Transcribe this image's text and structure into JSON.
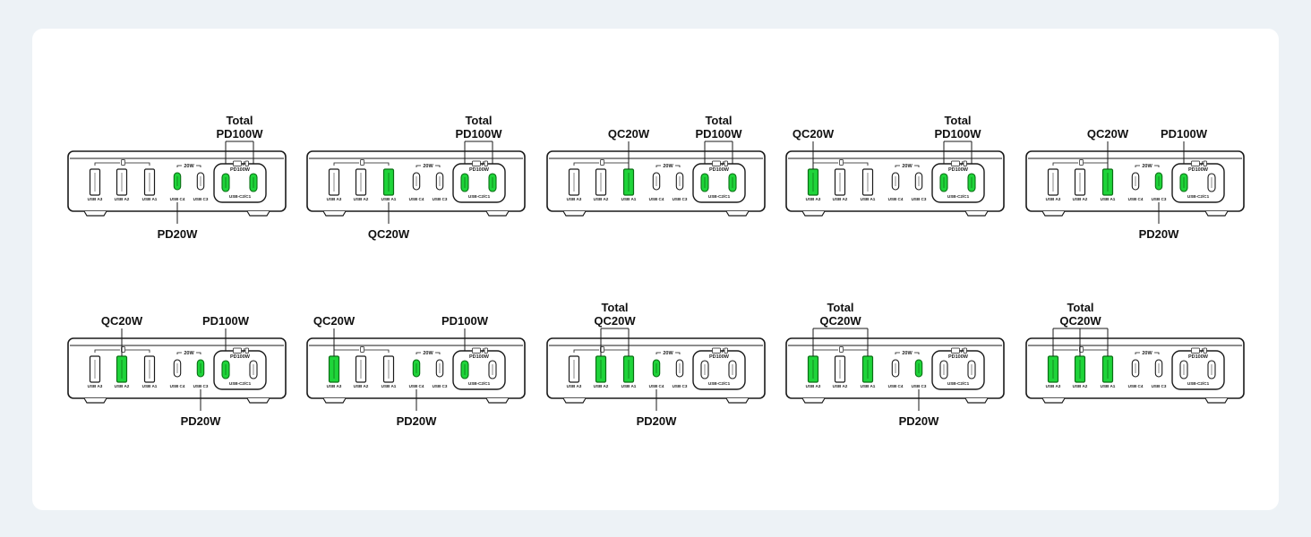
{
  "colors": {
    "active": "#1fd43a",
    "active_stroke": "#0a6e14",
    "outline": "#1a1a1a",
    "background": "#edf2f6",
    "panel": "#ffffff"
  },
  "icons": {
    "dual_device": "laptop-phone-icon",
    "single_device": "phone-icon"
  },
  "device": {
    "ports": {
      "usb_a3": "USB A3",
      "usb_a2": "USB A2",
      "usb_a1": "USB A1",
      "usb_c4": "USB C4",
      "usb_c3": "USB C3",
      "usb_c2c1": "USB-C2/C1"
    },
    "labels": {
      "twenty_w": "20W",
      "pd100w": "PD100W"
    }
  },
  "configs": [
    {
      "active": [
        "C4",
        "C2",
        "C1"
      ],
      "labels": [
        {
          "text": "Total",
          "pos": "top"
        },
        {
          "text": "PD100W",
          "pos": "top",
          "ports": [
            "C2",
            "C1"
          ]
        },
        {
          "text": "PD20W",
          "pos": "bottom",
          "ports": [
            "C4"
          ]
        }
      ]
    },
    {
      "active": [
        "A1",
        "C2",
        "C1"
      ],
      "labels": [
        {
          "text": "Total",
          "pos": "top"
        },
        {
          "text": "PD100W",
          "pos": "top",
          "ports": [
            "C2",
            "C1"
          ]
        },
        {
          "text": "QC20W",
          "pos": "bottom",
          "ports": [
            "A1"
          ]
        }
      ]
    },
    {
      "active": [
        "A1",
        "C2",
        "C1"
      ],
      "labels": [
        {
          "text": "QC20W",
          "pos": "top",
          "ports": [
            "A1"
          ]
        },
        {
          "text": "Total",
          "pos": "top"
        },
        {
          "text": "PD100W",
          "pos": "top",
          "ports": [
            "C2",
            "C1"
          ]
        }
      ]
    },
    {
      "active": [
        "A3",
        "C2",
        "C1"
      ],
      "labels": [
        {
          "text": "QC20W",
          "pos": "top",
          "ports": [
            "A3"
          ]
        },
        {
          "text": "Total",
          "pos": "top"
        },
        {
          "text": "PD100W",
          "pos": "top",
          "ports": [
            "C2",
            "C1"
          ]
        }
      ]
    },
    {
      "active": [
        "A1",
        "C3",
        "C2"
      ],
      "labels": [
        {
          "text": "QC20W",
          "pos": "top",
          "ports": [
            "A1"
          ]
        },
        {
          "text": "PD100W",
          "pos": "top",
          "ports": [
            "C2"
          ]
        },
        {
          "text": "PD20W",
          "pos": "bottom",
          "ports": [
            "C3"
          ]
        }
      ]
    },
    {
      "active": [
        "A2",
        "C3",
        "C2"
      ],
      "labels": [
        {
          "text": "QC20W",
          "pos": "top",
          "ports": [
            "A2"
          ]
        },
        {
          "text": "PD100W",
          "pos": "top",
          "ports": [
            "C2"
          ]
        },
        {
          "text": "PD20W",
          "pos": "bottom",
          "ports": [
            "C3"
          ]
        }
      ]
    },
    {
      "active": [
        "A3",
        "C4",
        "C2"
      ],
      "labels": [
        {
          "text": "QC20W",
          "pos": "top",
          "ports": [
            "A3"
          ]
        },
        {
          "text": "PD100W",
          "pos": "top",
          "ports": [
            "C2"
          ]
        },
        {
          "text": "PD20W",
          "pos": "bottom",
          "ports": [
            "C4"
          ]
        }
      ]
    },
    {
      "active": [
        "A2",
        "A1",
        "C4"
      ],
      "labels": [
        {
          "text": "Total",
          "pos": "top"
        },
        {
          "text": "QC20W",
          "pos": "top",
          "ports": [
            "A2",
            "A1"
          ]
        },
        {
          "text": "PD20W",
          "pos": "bottom",
          "ports": [
            "C4"
          ]
        }
      ]
    },
    {
      "active": [
        "A3",
        "A1",
        "C3"
      ],
      "labels": [
        {
          "text": "Total",
          "pos": "top"
        },
        {
          "text": "QC20W",
          "pos": "top",
          "ports": [
            "A3",
            "A1"
          ]
        },
        {
          "text": "PD20W",
          "pos": "bottom",
          "ports": [
            "C3"
          ]
        }
      ]
    },
    {
      "active": [
        "A3",
        "A2",
        "A1"
      ],
      "labels": [
        {
          "text": "Total",
          "pos": "top"
        },
        {
          "text": "QC20W",
          "pos": "top",
          "ports": [
            "A3",
            "A2",
            "A1"
          ]
        }
      ]
    }
  ]
}
